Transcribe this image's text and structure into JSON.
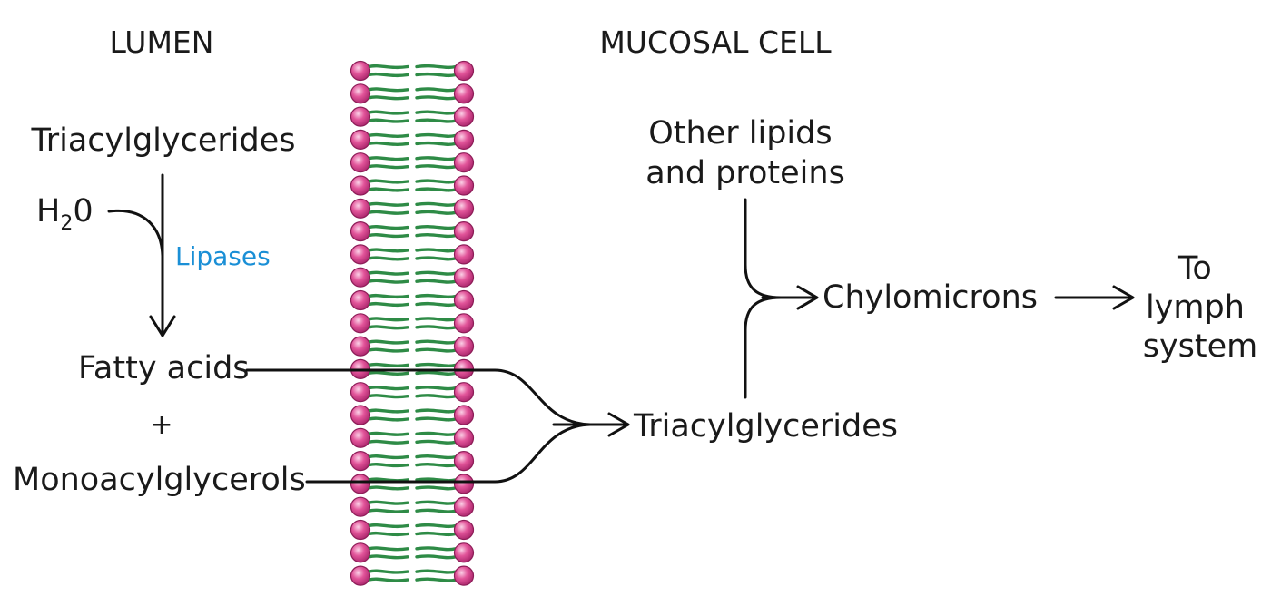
{
  "regions": {
    "lumen": "LUMEN",
    "mucosal_cell": "MUCOSAL CELL"
  },
  "lumen": {
    "triacylglycerides": "Triacylglycerides",
    "water_h": "H",
    "water_sub": "2",
    "water_o": "0",
    "enzyme": "Lipases",
    "fatty_acids": "Fatty acids",
    "plus": "+",
    "monoacylglycerols": "Monoacylglycerols"
  },
  "cell": {
    "triacylglycerides": "Triacylglycerides",
    "other_line1": "Other lipids",
    "other_line2": "and proteins",
    "chylomicrons": "Chylomicrons",
    "dest_line1": "To",
    "dest_line2": "lymph",
    "dest_line3": "system"
  },
  "colors": {
    "head": "#e2559a",
    "tail": "#2e8b46",
    "enzyme": "#1a8fd6",
    "arrow": "#111111"
  }
}
